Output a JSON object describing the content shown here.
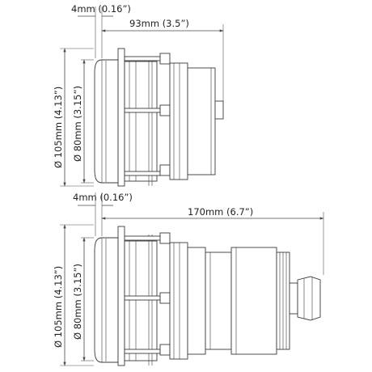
{
  "drawings": {
    "top": {
      "flange_thickness": "4mm (0.16”)",
      "length": "93mm (3.5”)",
      "outer_diameter": "Ø 105mm (4.13”)",
      "inner_diameter": "Ø 80mm (3.15”)"
    },
    "bottom": {
      "flange_thickness": "4mm (0.16”)",
      "length": "170mm (6.7”)",
      "outer_diameter": "Ø 105mm (4.13”)",
      "inner_diameter": "Ø 80mm (3.15”)"
    }
  },
  "colors": {
    "line": "#4a4a4a",
    "text": "#222222",
    "background": "#ffffff"
  }
}
